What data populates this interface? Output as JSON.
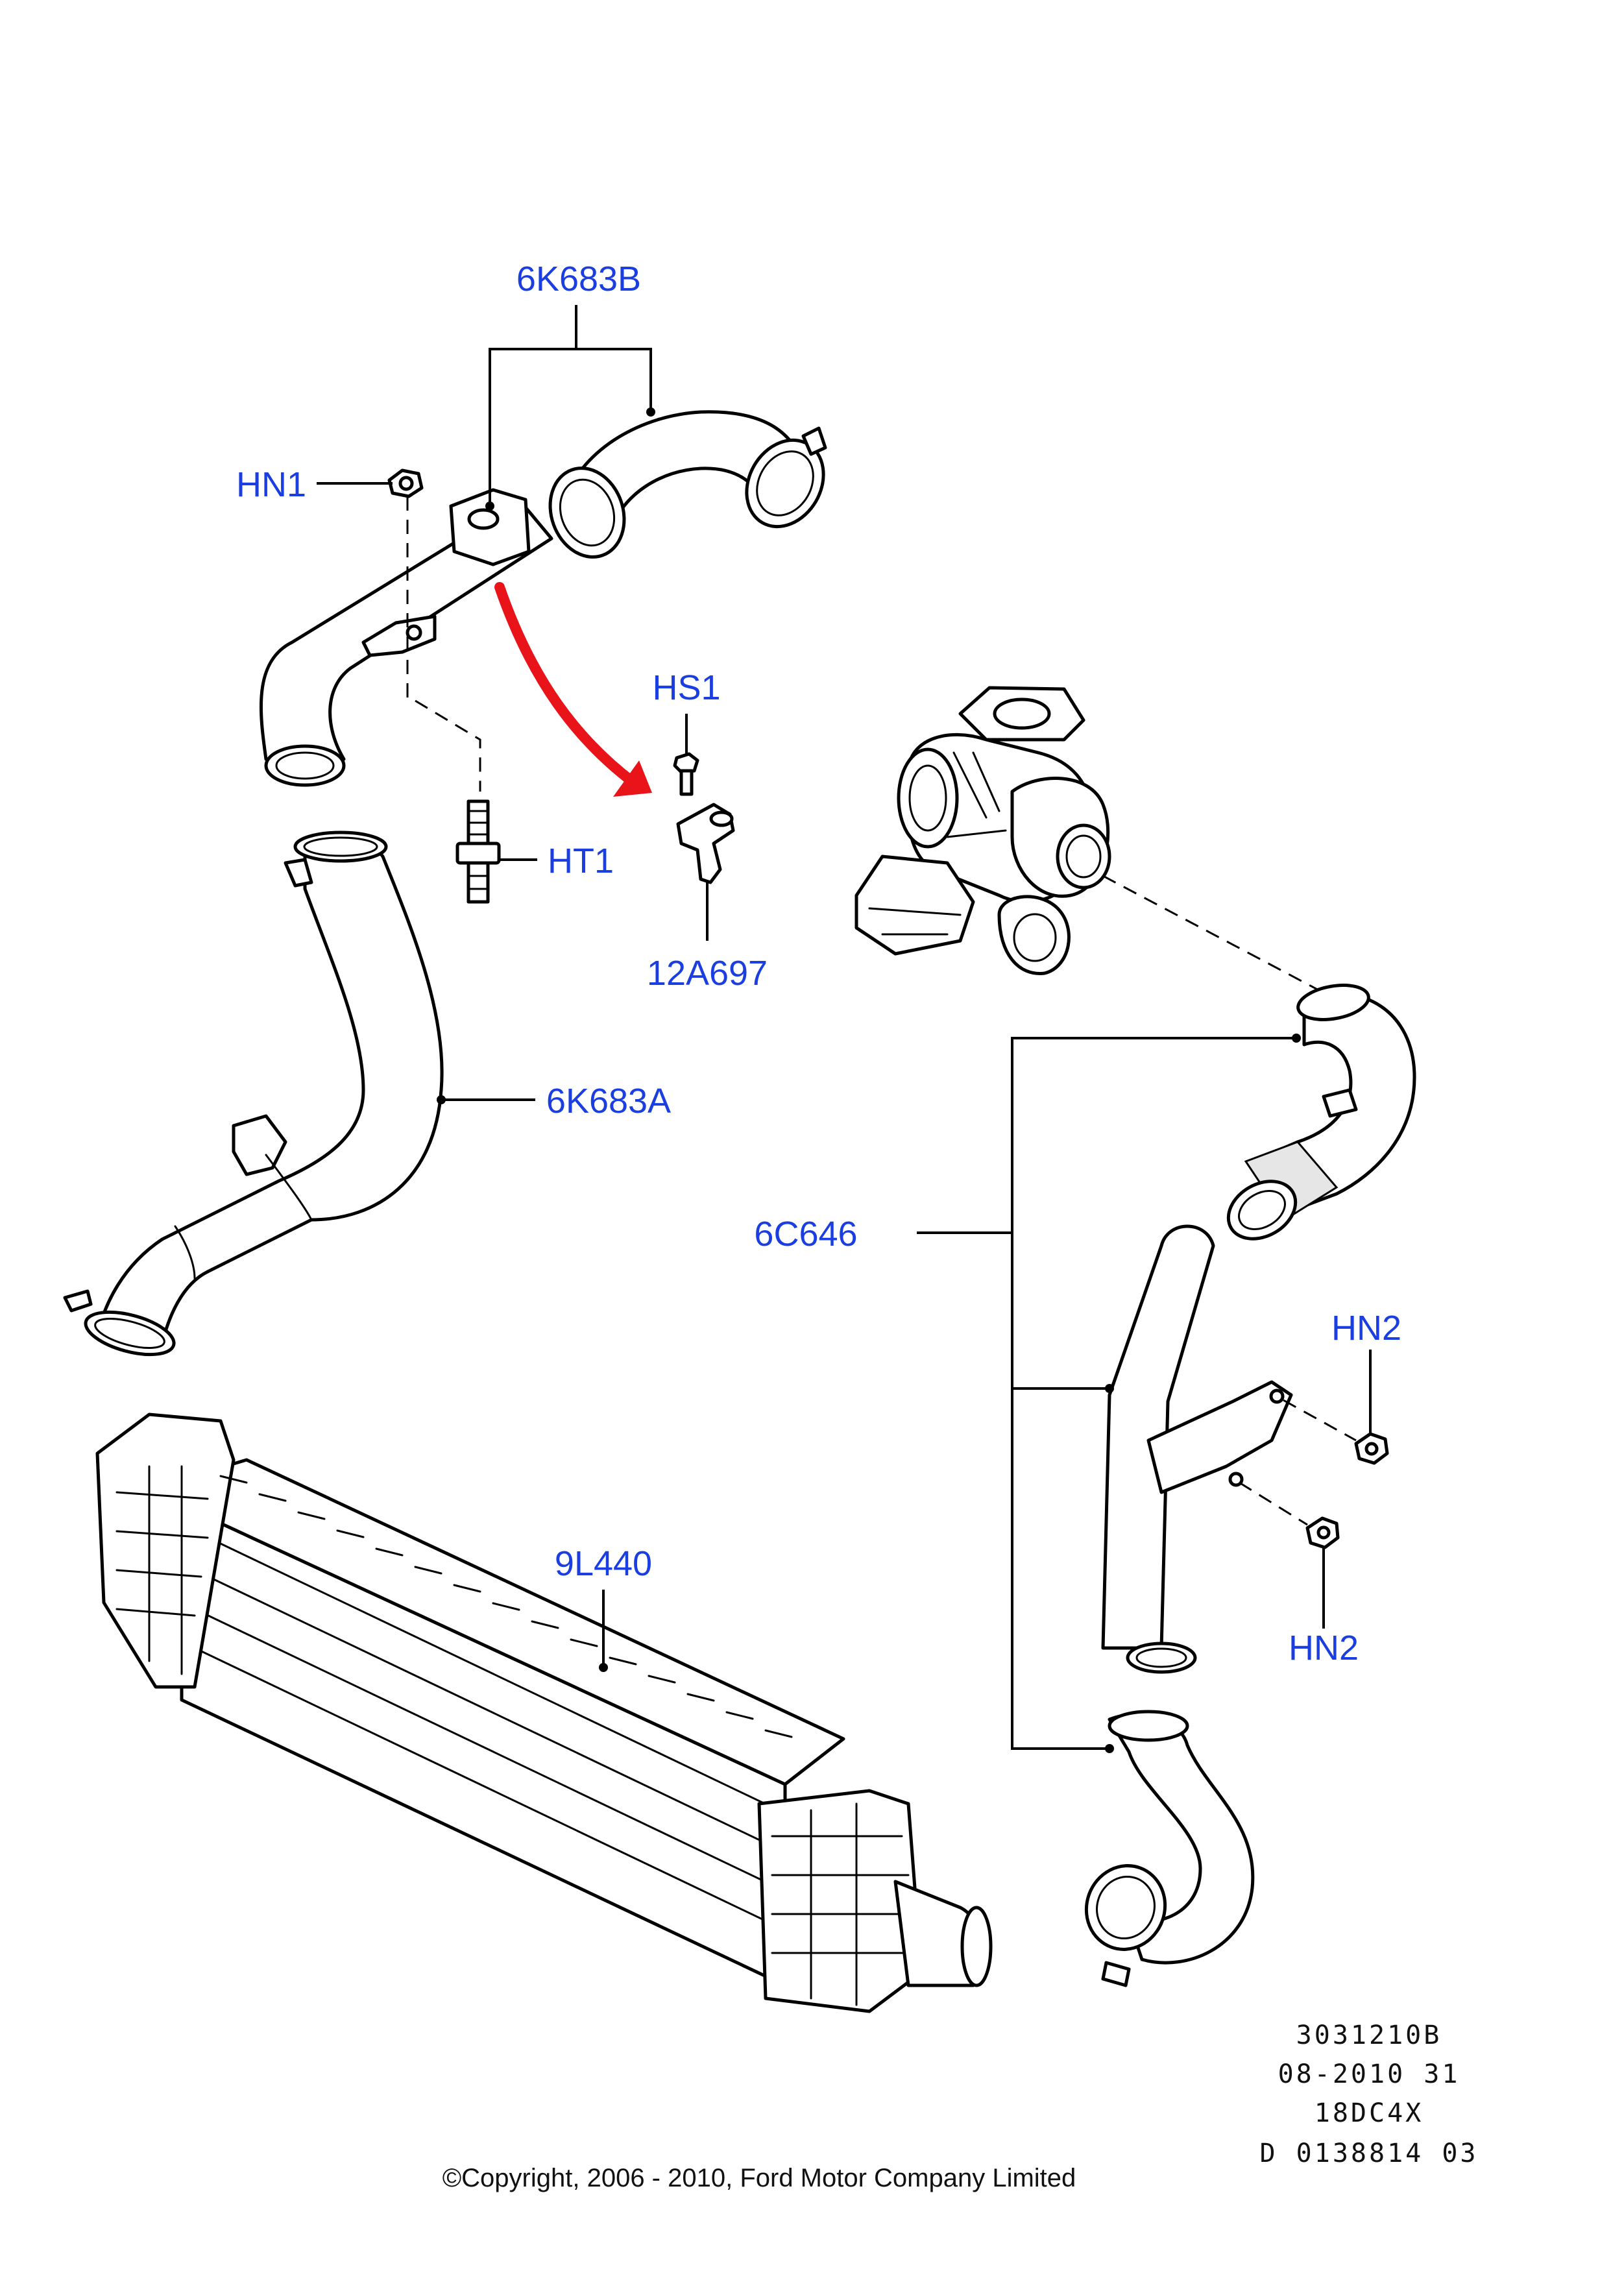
{
  "callouts": {
    "pipe_upper": "6K683B",
    "nut_hn1": "HN1",
    "screw_hs1": "HS1",
    "stud_ht1": "HT1",
    "sensor": "12A697",
    "pipe_lower": "6K683A",
    "hose_assembly": "6C646",
    "nut_hn2_upper": "HN2",
    "nut_hn2_lower": "HN2",
    "intercooler": "9L440"
  },
  "reference": {
    "line1": "3031210B",
    "line2": "08-2010 31",
    "line3": "18DC4X",
    "line4": "D 0138814 03"
  },
  "copyright": "©Copyright, 2006 - 2010, Ford Motor Company Limited",
  "colors": {
    "callout_text": "#1a3ee0",
    "arrow": "#e8141a",
    "line_art": "#000000"
  }
}
